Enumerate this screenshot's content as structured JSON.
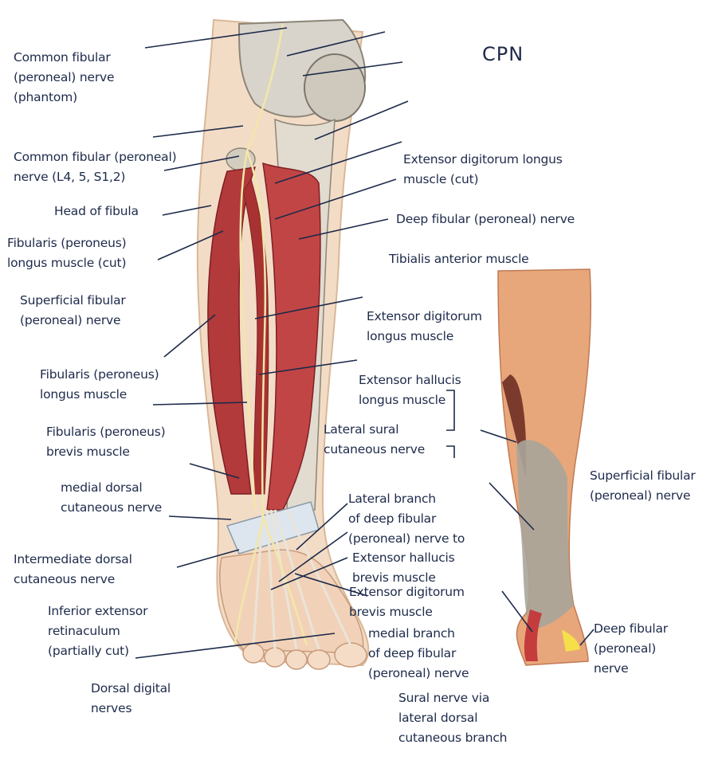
{
  "title": "CPN",
  "labels": {
    "cfn_phantom": [
      "Common fibular",
      "(peroneal) nerve",
      "(phantom)"
    ],
    "cfn": [
      "Common fibular (peroneal)",
      "nerve (L4, 5, S1,2)"
    ],
    "head_fibula": [
      "Head of fibula"
    ],
    "fib_longus_cut": [
      "Fibularis (peroneus)",
      "longus muscle (cut)"
    ],
    "superficial_left": [
      "Superficial fibular",
      "(peroneal) nerve"
    ],
    "fib_longus": [
      "Fibularis (peroneus)",
      "longus muscle"
    ],
    "fib_brevis": [
      "Fibularis (peroneus)",
      "brevis muscle"
    ],
    "medial_dorsal": [
      "medial dorsal",
      "cutaneous nerve"
    ],
    "intermediate_dorsal": [
      "Intermediate dorsal",
      "cutaneous nerve"
    ],
    "inferior_retinaculum": [
      "Inferior extensor",
      "retinaculum",
      "(partially cut)"
    ],
    "dorsal_digital": [
      "Dorsal digital",
      "nerves"
    ],
    "edl_cut": [
      "Extensor digitorum longus",
      "muscle (cut)"
    ],
    "deep_fibular": [
      "Deep fibular (peroneal) nerve"
    ],
    "tibialis_anterior": [
      "Tibialis anterior muscle"
    ],
    "edl": [
      "Extensor digitorum",
      "longus muscle"
    ],
    "ehl": [
      "Extensor hallucis",
      "longus muscle"
    ],
    "lateral_sural": [
      "Lateral sural",
      "cutaneous nerve"
    ],
    "lateral_branch": [
      "Lateral branch",
      "of deep fibular",
      "(peroneal) nerve to"
    ],
    "ehb": [
      "Extensor hallucis",
      "brevis muscle"
    ],
    "edb": [
      "Extensor digitorum",
      "brevis muscle"
    ],
    "medial_branch": [
      "medial branch",
      "of deep fibular",
      "(peroneal) nerve"
    ],
    "sural": [
      "Sural nerve via",
      "lateral dorsal",
      "cutaneous branch"
    ],
    "superficial_right": [
      "Superficial fibular",
      "(peroneal) nerve"
    ],
    "deep_right": [
      "Deep fibular",
      "(peroneal)",
      "nerve"
    ]
  },
  "colors": {
    "ink": "#1d2a4a",
    "muscle": "#b23a3a",
    "muscle_dark": "#7e1f24",
    "bone": "#d9d2c2",
    "nerve": "#f2e7a8",
    "skin": "#e8a77a",
    "sural_zone": "#7a3a2c",
    "deep_zone": "#f5e04a",
    "sup_zone": "#a9a59a"
  }
}
